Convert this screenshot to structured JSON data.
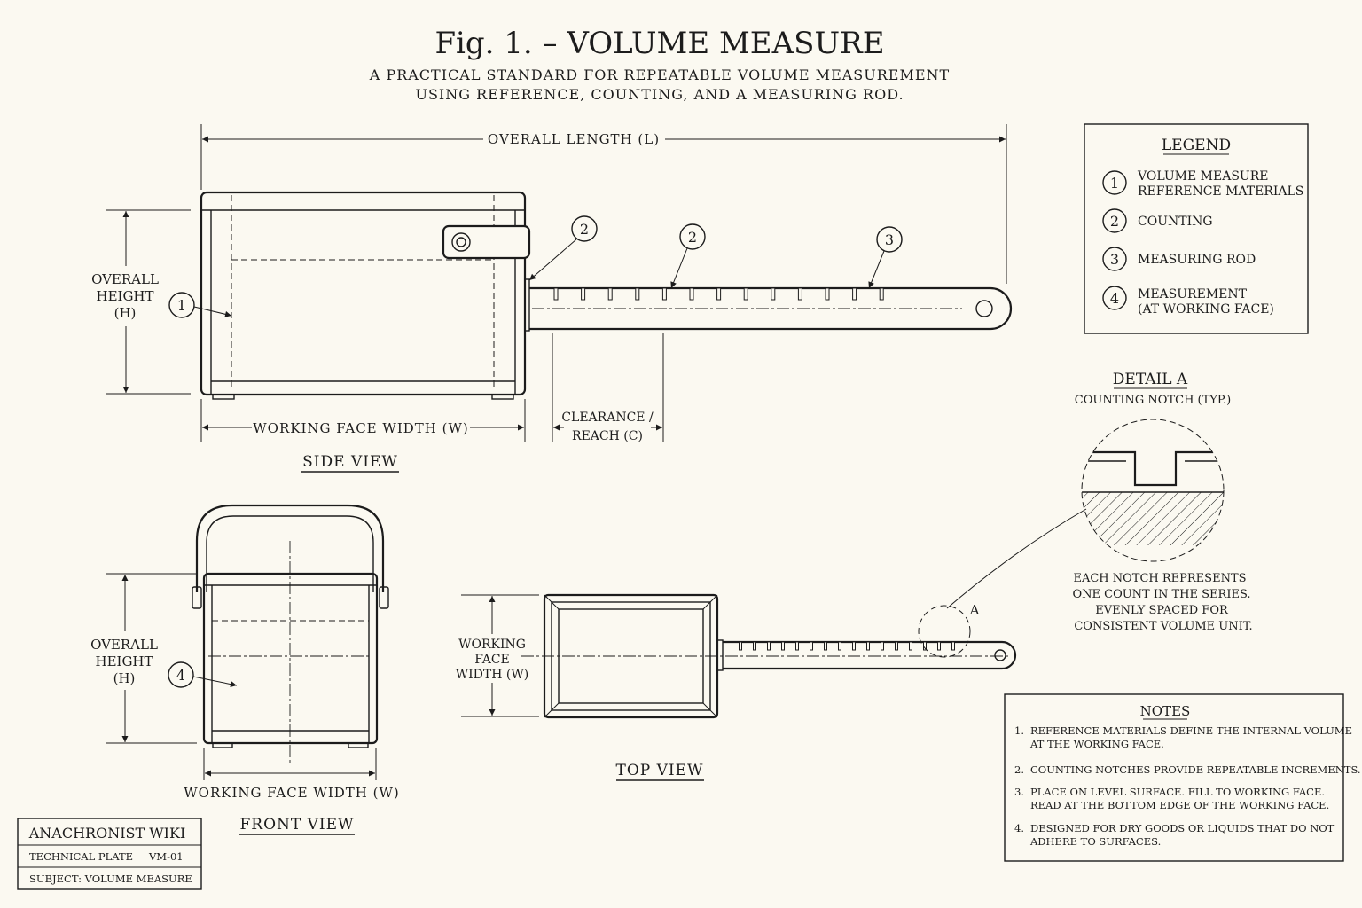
{
  "title": "Fig. 1. – VOLUME MEASURE",
  "subtitle_line1": "A PRACTICAL STANDARD FOR REPEATABLE VOLUME MEASUREMENT",
  "subtitle_line2": "USING REFERENCE, COUNTING, AND A MEASURING ROD.",
  "dimensions": {
    "overall_length": "OVERALL LENGTH (L)",
    "overall_height_1": "OVERALL",
    "overall_height_2": "HEIGHT",
    "overall_height_3": "(H)",
    "working_face_width": "WORKING FACE WIDTH (W)",
    "clearance_1": "CLEARANCE /",
    "clearance_2": "REACH (C)",
    "top_width_1": "WORKING",
    "top_width_2": "FACE",
    "top_width_3": "WIDTH (W)"
  },
  "views": {
    "side": "SIDE VIEW",
    "front": "FRONT VIEW",
    "top": "TOP VIEW"
  },
  "callouts": [
    "1",
    "2",
    "2",
    "3",
    "4"
  ],
  "detail_marker": "A",
  "legend": {
    "title": "LEGEND",
    "items": [
      {
        "num": "1",
        "line1": "VOLUME MEASURE",
        "line2": "REFERENCE MATERIALS"
      },
      {
        "num": "2",
        "line1": "COUNTING",
        "line2": ""
      },
      {
        "num": "3",
        "line1": "MEASURING ROD",
        "line2": ""
      },
      {
        "num": "4",
        "line1": "MEASUREMENT",
        "line2": "(AT WORKING FACE)"
      }
    ]
  },
  "detail": {
    "title": "DETAIL A",
    "subtitle": "COUNTING NOTCH (TYP.)",
    "desc": [
      "EACH NOTCH REPRESENTS",
      "ONE COUNT IN THE SERIES.",
      "EVENLY SPACED FOR",
      "CONSISTENT VOLUME UNIT."
    ]
  },
  "notes": {
    "title": "NOTES",
    "items": [
      {
        "num": "1.",
        "lines": [
          "REFERENCE MATERIALS DEFINE THE INTERNAL VOLUME",
          "AT THE WORKING FACE."
        ]
      },
      {
        "num": "2.",
        "lines": [
          "COUNTING NOTCHES PROVIDE REPEATABLE INCREMENTS."
        ]
      },
      {
        "num": "3.",
        "lines": [
          "PLACE ON LEVEL SURFACE.  FILL TO WORKING FACE.",
          "READ AT THE BOTTOM EDGE OF THE WORKING FACE."
        ]
      },
      {
        "num": "4.",
        "lines": [
          "DESIGNED FOR DRY GOODS OR LIQUIDS THAT DO NOT",
          "ADHERE TO SURFACES."
        ]
      }
    ]
  },
  "titleblock": {
    "org": "ANACHRONIST WIKI",
    "plate": "TECHNICAL PLATE",
    "plate_id": "VM-01",
    "subject": "SUBJECT: VOLUME MEASURE"
  },
  "colors": {
    "paper": "#fbf9f1",
    "ink": "#1c1c1c"
  }
}
